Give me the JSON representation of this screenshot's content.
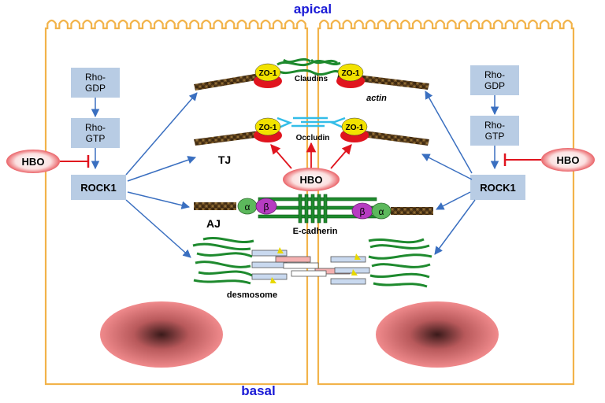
{
  "labels": {
    "apical": "apical",
    "basal": "basal",
    "tj": "TJ",
    "aj": "AJ",
    "claudins": "Claudins",
    "occludin": "Occludin",
    "actin": "actin",
    "ecadherin": "E-cadherin",
    "desmosome": "desmosome"
  },
  "left_pathway": {
    "rho_gdp": "Rho-\nGDP",
    "rho_gtp": "Rho-\nGTP",
    "rock1": "ROCK1",
    "hbo": "HBO"
  },
  "right_pathway": {
    "rho_gdp": "Rho-\nGDP",
    "rho_gtp": "Rho-\nGTP",
    "rock1": "ROCK1",
    "hbo": "HBO"
  },
  "center_hbo": "HBO",
  "zo1": "ZO-1",
  "alpha": "α",
  "beta": "β",
  "colors": {
    "membrane": "#f2b34a",
    "box": "#b8cce4",
    "blue_arrow": "#3a6fc0",
    "red_inhibit": "#e0141e",
    "apical_basal_text": "#1a1ad6",
    "green": "#1e8a2e",
    "alpha_green": "#5cb85c",
    "beta_purple": "#b63cc1",
    "zo1_yellow": "#f2e200"
  }
}
